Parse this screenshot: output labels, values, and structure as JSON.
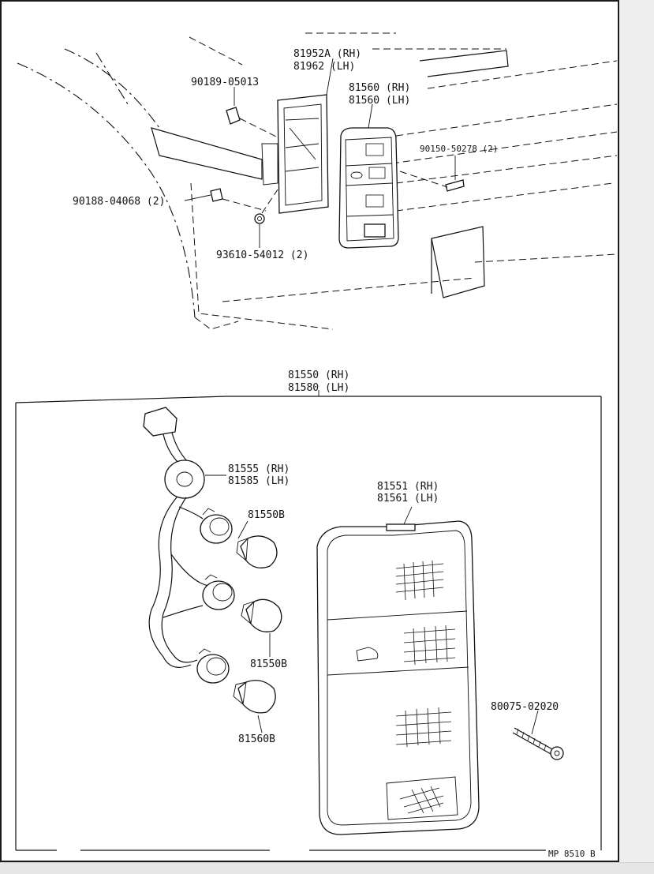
{
  "upper_labels": {
    "p81952a_rh": "81952A (RH)",
    "p81962_lh": "81962  (LH)",
    "p90189": "90189-05013",
    "p81560_rh_top": "81560 (RH)",
    "p81560_lh_top": "81560 (LH)",
    "p90150": "90150-50278 (2)",
    "p90188": "90188-04068 (2)",
    "p93610": "93610-54012 (2)"
  },
  "lower_labels": {
    "p81550_rh": "81550 (RH)",
    "p81580_lh": "81580 (LH)",
    "p81555_rh": "81555 (RH)",
    "p81585_lh": "81585 (LH)",
    "p81550b_1": "81550B",
    "p81551_rh": "81551 (RH)",
    "p81561_lh": "81561 (LH)",
    "p81550b_2": "81550B",
    "p80075": "80075-02020",
    "p81560b_3": "81560B",
    "figure_code": "MP 8510 B"
  },
  "colors": {
    "line": "#111111",
    "sheet": "#ffffff",
    "viewer_bg": "#f2f2f2"
  }
}
